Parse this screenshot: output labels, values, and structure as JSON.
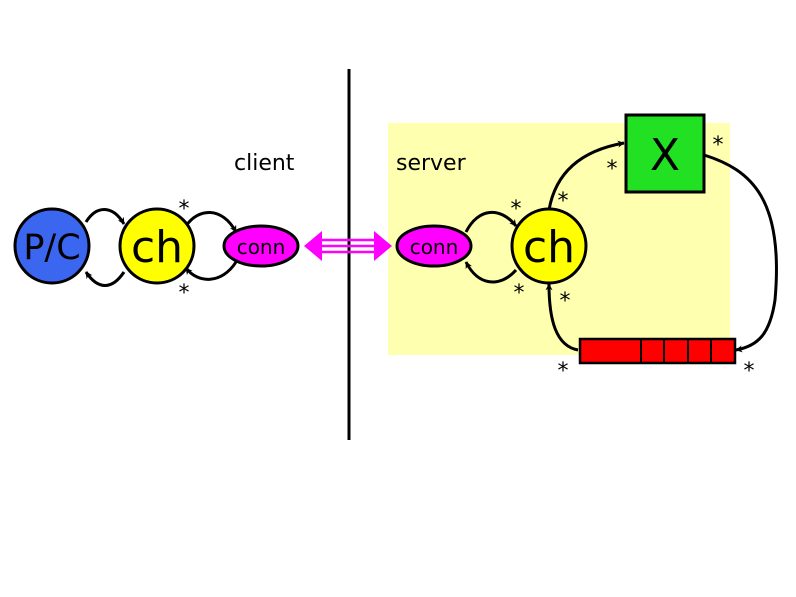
{
  "labels": {
    "client": "client",
    "server": "server"
  },
  "client": {
    "pc_node": "P/C",
    "ch_node": "ch",
    "conn_node": "conn",
    "star_top": "*",
    "star_bottom": "*"
  },
  "server": {
    "conn_node": "conn",
    "ch_node": "ch",
    "x_node": "X",
    "stars": {
      "ch_left_top": "*",
      "ch_left_bottom": "*",
      "ch_right_top": "*",
      "ch_right_bottom": "*",
      "x_left": "*",
      "x_right": "*",
      "queue_left": "*",
      "queue_right": "*"
    }
  },
  "colors": {
    "pc_fill": "#3a66f0",
    "ch_fill": "#ffff00",
    "conn_fill": "#ff00ff",
    "x_fill": "#22e022",
    "queue_fill": "#ff0000",
    "server_bg": "#ffffb0",
    "link": "#ff00ff",
    "stroke": "#000000"
  }
}
